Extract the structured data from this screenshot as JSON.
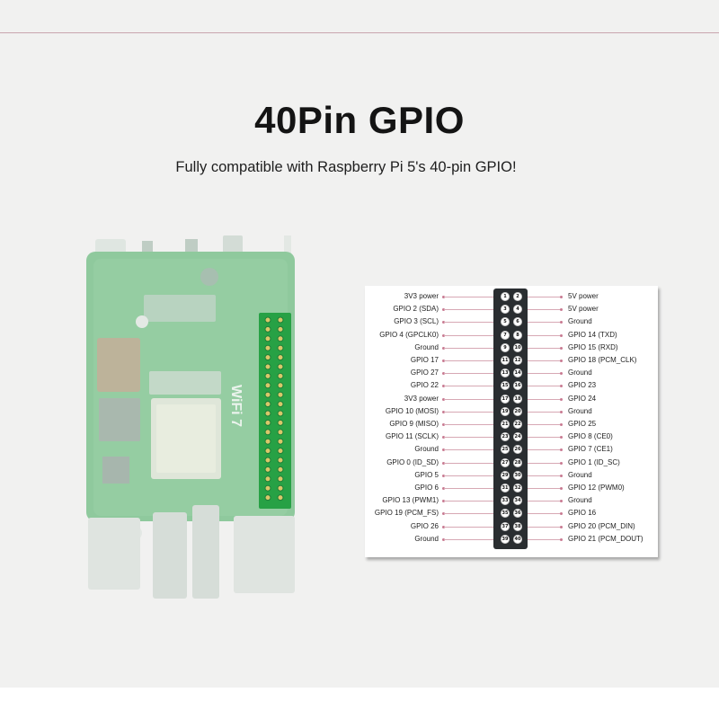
{
  "header": {
    "title": "40Pin GPIO",
    "subtitle": "Fully compatible with Raspberry Pi 5's 40-pin GPIO!"
  },
  "board": {
    "silkscreen": "WiFi 7"
  },
  "pinout": {
    "left": [
      "3V3 power",
      "GPIO 2 (SDA)",
      "GPIO 3 (SCL)",
      "GPIO 4 (GPCLK0)",
      "Ground",
      "GPIO 17",
      "GPIO 27",
      "GPIO 22",
      "3V3 power",
      "GPIO 10 (MOSI)",
      "GPIO 9 (MISO)",
      "GPIO 11 (SCLK)",
      "Ground",
      "GPIO 0 (ID_SD)",
      "GPIO 5",
      "GPIO 6",
      "GPIO 13 (PWM1)",
      "GPIO 19 (PCM_FS)",
      "GPIO 26",
      "Ground"
    ],
    "right": [
      "5V power",
      "5V power",
      "Ground",
      "GPIO 14 (TXD)",
      "GPIO 15 (RXD)",
      "GPIO 18 (PCM_CLK)",
      "Ground",
      "GPIO 23",
      "GPIO 24",
      "Ground",
      "GPIO 25",
      "GPIO 8 (CE0)",
      "GPIO 7 (CE1)",
      "GPIO 1 (ID_SC)",
      "Ground",
      "GPIO 12 (PWM0)",
      "Ground",
      "GPIO 16",
      "GPIO 20 (PCM_DIN)",
      "GPIO 21 (PCM_DOUT)"
    ],
    "pin_numbers_odd": [
      "1",
      "3",
      "5",
      "7",
      "9",
      "11",
      "13",
      "15",
      "17",
      "19",
      "21",
      "23",
      "25",
      "27",
      "29",
      "31",
      "33",
      "35",
      "37",
      "39"
    ],
    "pin_numbers_even": [
      "2",
      "4",
      "6",
      "8",
      "10",
      "12",
      "14",
      "16",
      "18",
      "20",
      "22",
      "24",
      "26",
      "28",
      "30",
      "32",
      "34",
      "36",
      "38",
      "40"
    ],
    "colors": {
      "header": "#2a2e31",
      "leader_line": "#d7a8b4",
      "board_green": "#8fc99d",
      "gpio_pcb": "#27a145"
    }
  }
}
